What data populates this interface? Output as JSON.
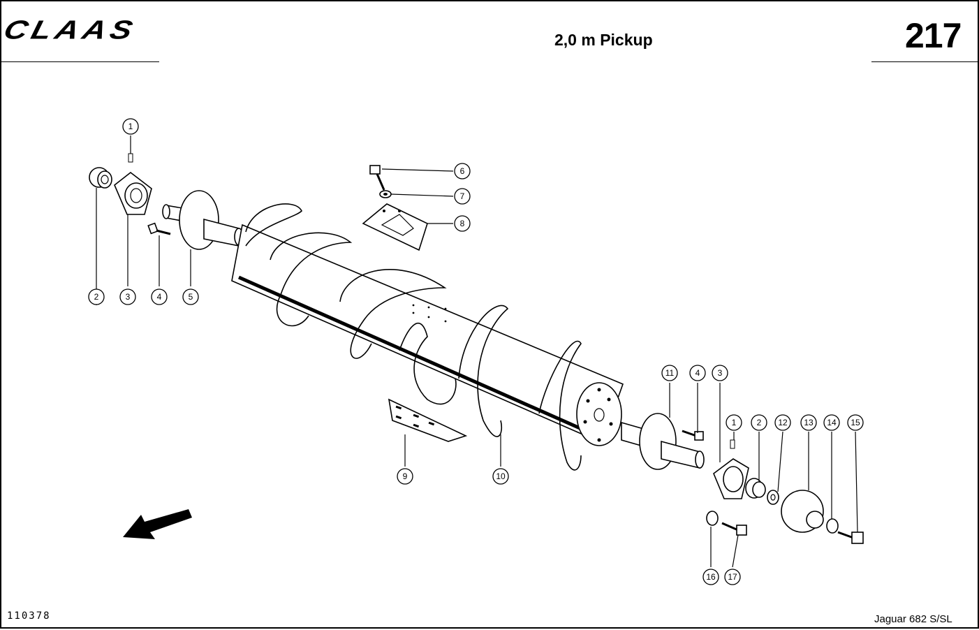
{
  "header": {
    "brand": "CLAAS",
    "title": "2,0 m Pickup",
    "page_number": "217"
  },
  "footer": {
    "drawing_code": "110378",
    "model": "Jaguar 682 S/SL"
  },
  "callouts": [
    {
      "id": "c1a",
      "label": "1"
    },
    {
      "id": "c2a",
      "label": "2"
    },
    {
      "id": "c3a",
      "label": "3"
    },
    {
      "id": "c4a",
      "label": "4"
    },
    {
      "id": "c5",
      "label": "5"
    },
    {
      "id": "c6",
      "label": "6"
    },
    {
      "id": "c7",
      "label": "7"
    },
    {
      "id": "c8",
      "label": "8"
    },
    {
      "id": "c9",
      "label": "9"
    },
    {
      "id": "c10",
      "label": "10"
    },
    {
      "id": "c11",
      "label": "11"
    },
    {
      "id": "c4b",
      "label": "4"
    },
    {
      "id": "c3b",
      "label": "3"
    },
    {
      "id": "c1b",
      "label": "1"
    },
    {
      "id": "c2b",
      "label": "2"
    },
    {
      "id": "c12",
      "label": "12"
    },
    {
      "id": "c13",
      "label": "13"
    },
    {
      "id": "c14",
      "label": "14"
    },
    {
      "id": "c15",
      "label": "15"
    },
    {
      "id": "c16",
      "label": "16"
    },
    {
      "id": "c17",
      "label": "17"
    }
  ]
}
